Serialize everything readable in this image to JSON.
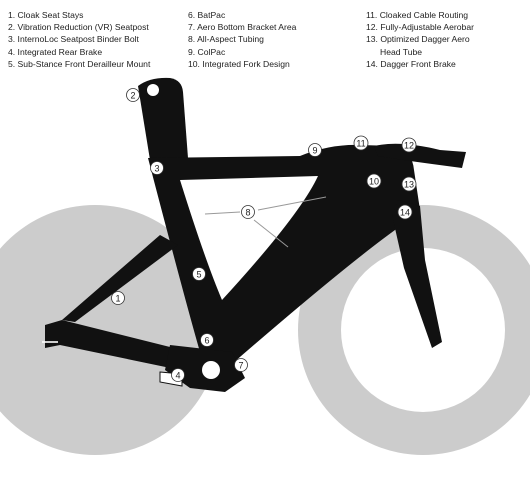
{
  "legend": {
    "col1": [
      "1. Cloak Seat Stays",
      "2. Vibration Reduction (VR) Seatpost",
      "3. InternoLoc Seatpost Binder Bolt",
      "4. Integrated Rear Brake",
      "5. Sub-Stance Front Derailleur Mount"
    ],
    "col2": [
      "6. BatPac",
      "7. Aero Bottom Bracket Area",
      "8. All-Aspect Tubing",
      "9. ColPac",
      "10. Integrated Fork Design"
    ],
    "col3": [
      "11. Cloaked Cable Routing",
      "12. Fully-Adjustable Aerobar",
      "13. Optimized Dagger Aero",
      "Head Tube",
      "14. Dagger Front Brake"
    ]
  },
  "callouts": {
    "n1": "1",
    "n2": "2",
    "n3": "3",
    "n4": "4",
    "n5": "5",
    "n6": "6",
    "n7": "7",
    "n8": "8",
    "n9": "9",
    "n10": "10",
    "n11": "11",
    "n12": "12",
    "n13": "13",
    "n14": "14"
  },
  "colors": {
    "frame": "#111111",
    "wheel": "#cccccc",
    "callout_fill": "#ffffff",
    "text": "#222222"
  }
}
